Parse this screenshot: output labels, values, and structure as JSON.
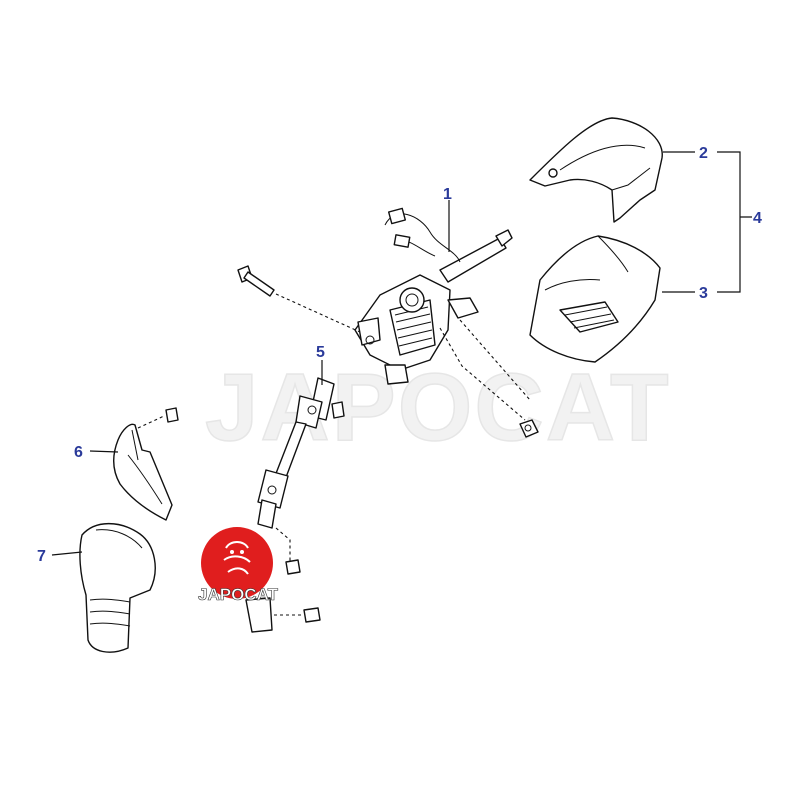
{
  "watermark": {
    "text": "JAPOCAT"
  },
  "logo": {
    "text": "JAPOCAT",
    "color": "#e01e1e"
  },
  "colors": {
    "callout": "#2a3a9a",
    "line": "#111111"
  },
  "callouts": [
    {
      "id": "1",
      "label": "1"
    },
    {
      "id": "2",
      "label": "2"
    },
    {
      "id": "3",
      "label": "3"
    },
    {
      "id": "4",
      "label": "4"
    },
    {
      "id": "5",
      "label": "5"
    },
    {
      "id": "6",
      "label": "6"
    },
    {
      "id": "7",
      "label": "7"
    }
  ]
}
